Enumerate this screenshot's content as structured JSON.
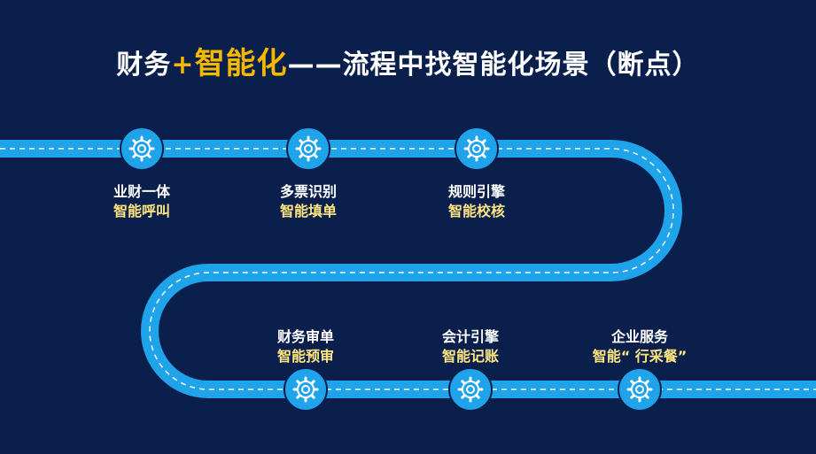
{
  "title": {
    "prefix": "财务",
    "plus": "+",
    "highlight": "智能化",
    "suffix": "——流程中找智能化场景（断点）"
  },
  "nodes": [
    {
      "line1": "业财一体",
      "line2": "智能呼叫"
    },
    {
      "line1": "多票识别",
      "line2": "智能填单"
    },
    {
      "line1": "规则引擎",
      "line2": "智能校核"
    },
    {
      "line1": "财务审单",
      "line2": "智能预审"
    },
    {
      "line1": "会计引擎",
      "line2": "智能记账"
    },
    {
      "line1": "企业服务",
      "line2": "智能“ 行采餐”"
    }
  ],
  "colors": {
    "background": "#0b1f4d",
    "road": "#1fa3ea",
    "node": "#1fa3ea",
    "highlight": "#f5b800",
    "subtitle": "#ffe680"
  },
  "icon": "gear-icon"
}
